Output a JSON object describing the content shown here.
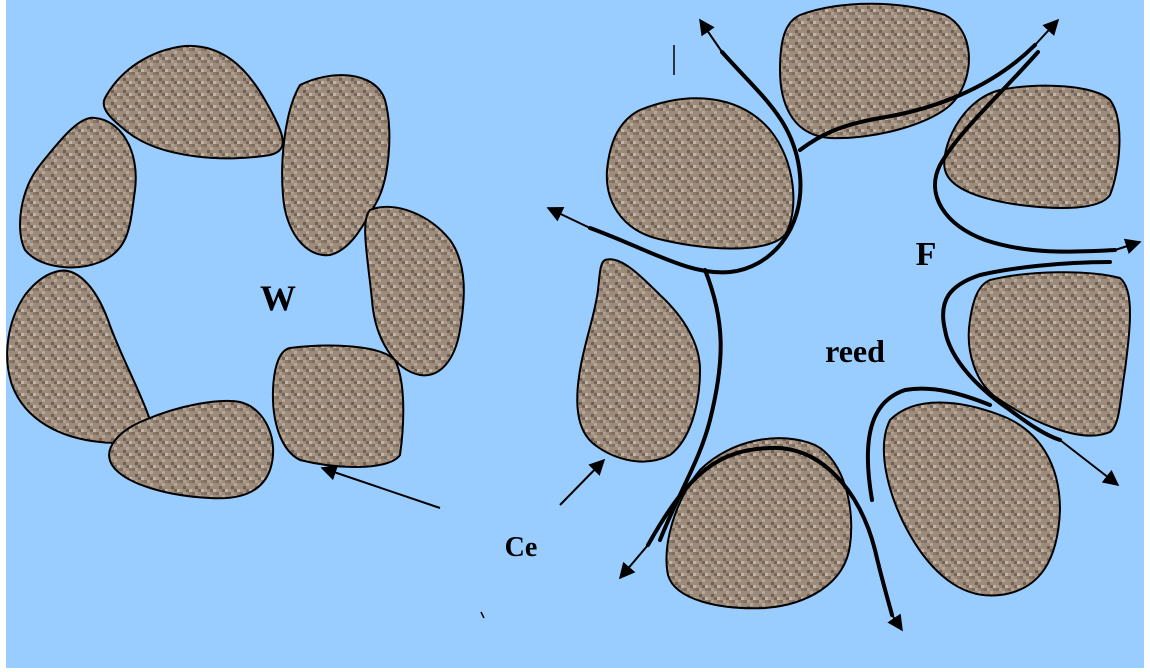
{
  "colors": {
    "background": "#99ccff",
    "particle_fill": "#9c8a7a",
    "outline": "#000000",
    "frame": "#ffffff"
  },
  "labels": {
    "left_center": "W",
    "right_top": "F",
    "right_center": "reed",
    "bottom": "Ce"
  },
  "particle_texture": "speckled-granite"
}
